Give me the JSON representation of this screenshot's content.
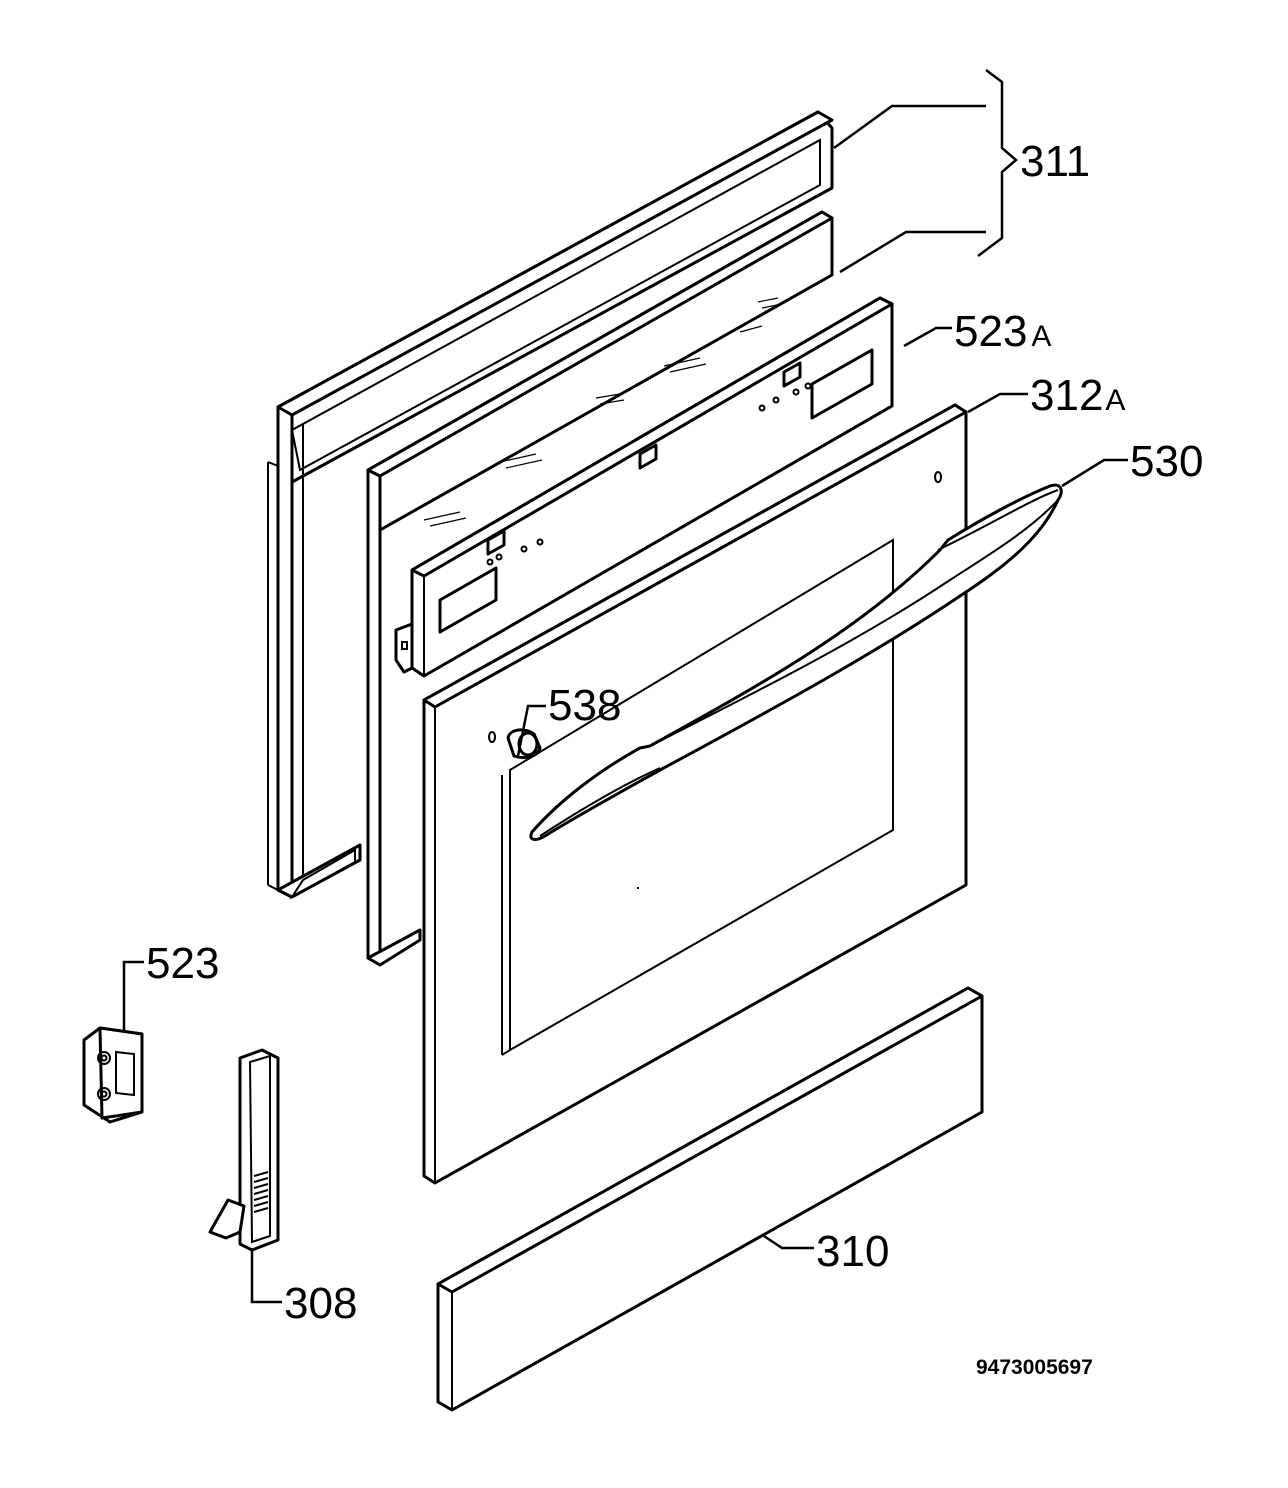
{
  "diagram": {
    "drawing_number": "9473005697",
    "callouts": [
      {
        "id": "311",
        "text": "311",
        "suffix": ""
      },
      {
        "id": "523A",
        "text": "523",
        "suffix": "A"
      },
      {
        "id": "312A",
        "text": "312",
        "suffix": "A"
      },
      {
        "id": "530",
        "text": "530",
        "suffix": ""
      },
      {
        "id": "538",
        "text": "538",
        "suffix": ""
      },
      {
        "id": "523",
        "text": "523",
        "suffix": ""
      },
      {
        "id": "308",
        "text": "308",
        "suffix": ""
      },
      {
        "id": "310",
        "text": "310",
        "suffix": ""
      }
    ]
  }
}
